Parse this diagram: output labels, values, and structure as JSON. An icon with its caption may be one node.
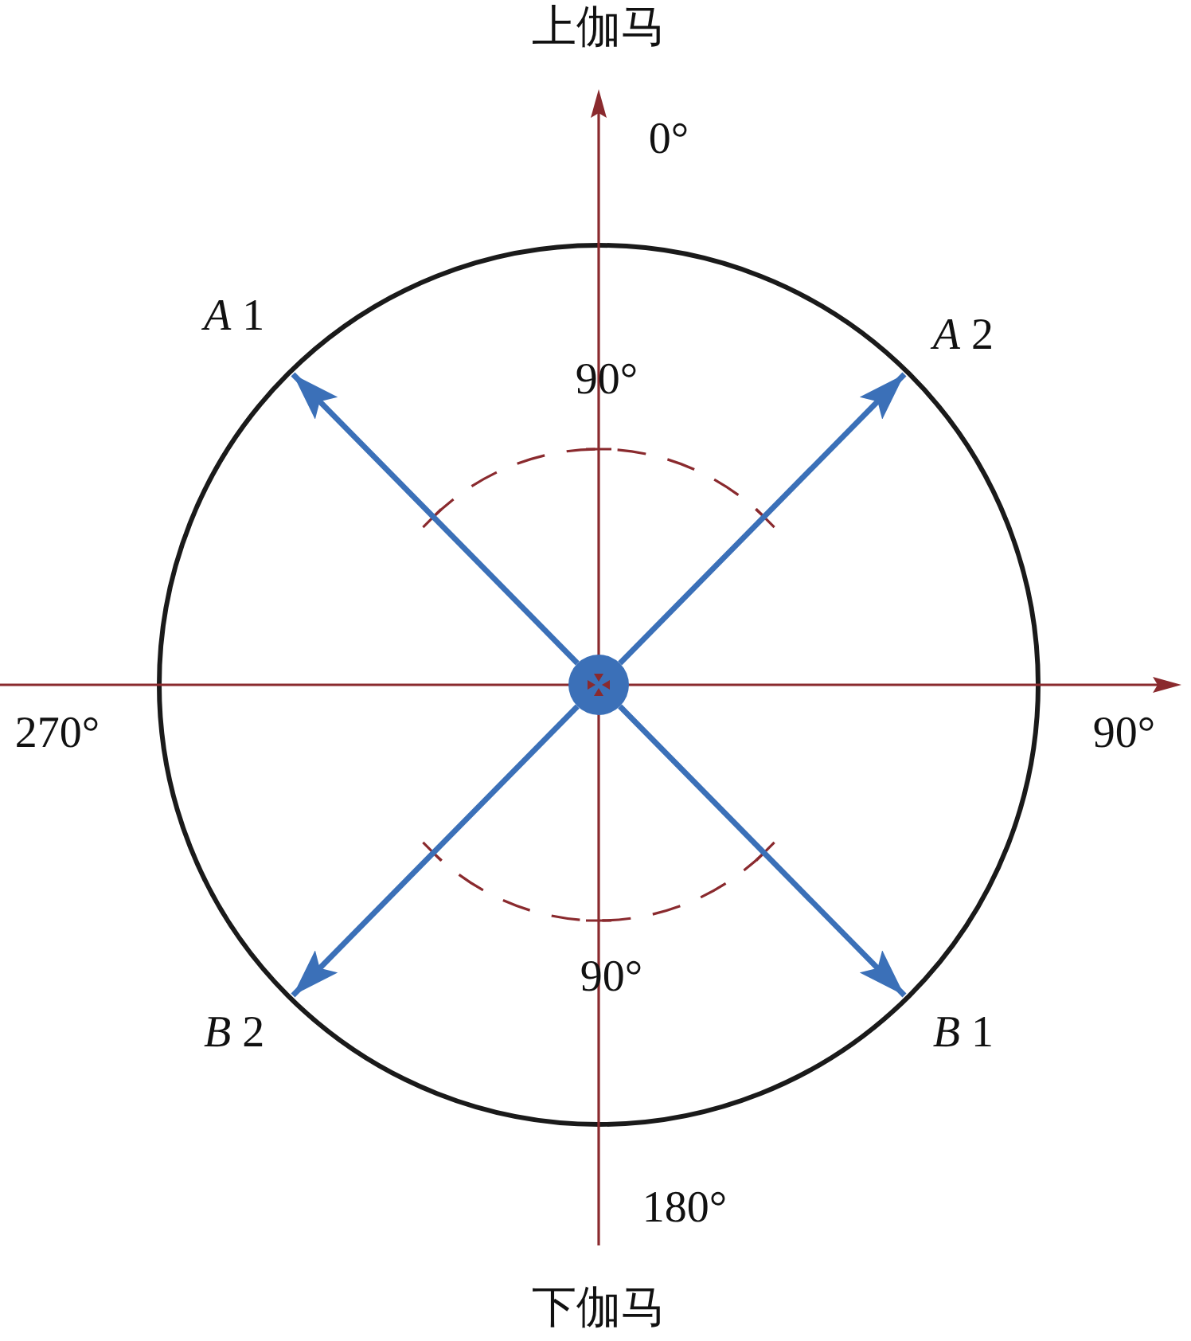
{
  "diagram": {
    "nodes": [
      {
        "text": [],
        "shape": "circle"
      },
      {
        "text": [
          "*A* 1"
        ]
      },
      {
        "text": [
          "*A* 2"
        ]
      },
      {
        "text": [
          "*B* 2"
        ]
      },
      {
        "text": [
          "*B* 1"
        ]
      }
    ],
    "edges": [
      {
        "from": 0,
        "to": 1,
        "arrow": "to"
      },
      {
        "from": 0,
        "to": 2,
        "arrow": "to"
      },
      {
        "from": 0,
        "to": 3,
        "arrow": "to"
      },
      {
        "from": 0,
        "to": 4,
        "arrow": "to"
      }
    ],
    "labels": [
      "上伽马",
      "0°",
      "90°",
      "270°",
      "90°",
      "90°",
      "180°",
      "下伽马"
    ]
  }
}
